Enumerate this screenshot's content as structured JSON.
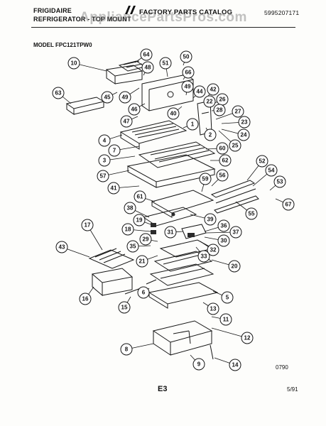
{
  "header": {
    "brand": "FRIGIDAIRE",
    "subtitle": "REFRIGERATOR - TOP MOUNT",
    "catalog_title": "FACTORY PARTS CATALOG",
    "catalog_number": "5995207171",
    "watermark": "AppliancePartsPros.com"
  },
  "model": "MODEL FPC121TPW0",
  "footer": {
    "code": "0790",
    "page": "E3",
    "date": "5/91"
  },
  "callouts": [
    "10",
    "64",
    "50",
    "48",
    "51",
    "66",
    "63",
    "45",
    "49",
    "49",
    "42",
    "44",
    "26",
    "46",
    "22",
    "28",
    "47",
    "40",
    "1",
    "27",
    "23",
    "2",
    "24",
    "4",
    "25",
    "7",
    "60",
    "3",
    "62",
    "57",
    "41",
    "59",
    "56",
    "52",
    "54",
    "53",
    "61",
    "67",
    "55",
    "38",
    "39",
    "19",
    "36",
    "17",
    "18",
    "31",
    "37",
    "29",
    "30",
    "35",
    "32",
    "43",
    "21",
    "33",
    "20",
    "16",
    "6",
    "5",
    "15",
    "13",
    "11",
    "12",
    "8",
    "9",
    "14"
  ],
  "colors": {
    "ink": "#151515",
    "paper": "#fdfdfb",
    "watermark": "#787878"
  }
}
